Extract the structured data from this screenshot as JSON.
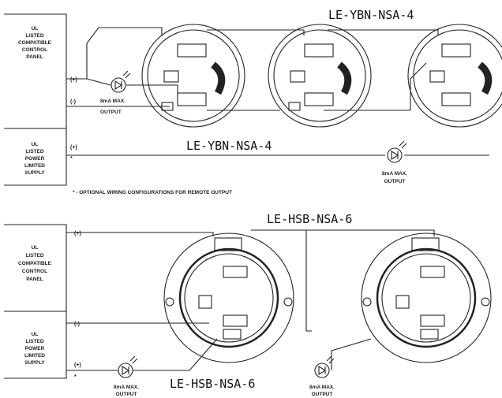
{
  "top_panel": {
    "control_panel": [
      "UL",
      "LISTED",
      "COMPATIBLE",
      "CONTROL",
      "PANEL"
    ],
    "power_supply": [
      "UL",
      "LISTED",
      "POWER",
      "LIMITED",
      "SUPPLY"
    ],
    "terminals": {
      "pos1": "(+)",
      "neg1": "(-)",
      "pos2": "(+)",
      "star": "*"
    },
    "led1_label": [
      "8mA MAX.",
      "OUTPUT"
    ],
    "led2_label": [
      "8mA MAX.",
      "OUTPUT"
    ],
    "model_top": "LE-YBN-NSA-4",
    "model_mid": "LE-YBN-NSA-4",
    "note": "* - OPTIONAL WIRING CONFIGURATIONS FOR REMOTE OUTPUT"
  },
  "bottom_panel": {
    "control_panel": [
      "UL",
      "LISTED",
      "COMPATIBLE",
      "CONTROL",
      "PANEL"
    ],
    "power_supply": [
      "UL",
      "LISTED",
      "POWER",
      "LIMITED",
      "SUPPLY"
    ],
    "terminals": {
      "pos1": "(+)",
      "neg1": "(-)",
      "pos2": "(+)",
      "star": "*"
    },
    "led1_label": [
      "8mA MAX.",
      "OUTPUT"
    ],
    "led2_label": [
      "8mA MAX.",
      "OUTPUT"
    ],
    "model_top": "LE-HSB-NSA-6",
    "model_bottom": "LE-HSB-NSA-6"
  },
  "colors": {
    "line": "#222222",
    "background": "#ffffff"
  }
}
